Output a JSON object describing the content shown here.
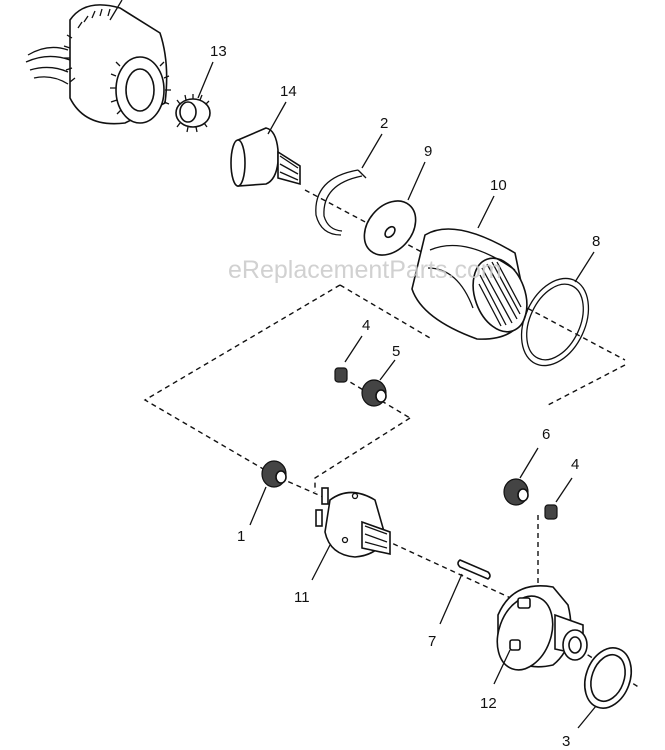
{
  "watermark": "eReplacementParts.com",
  "callouts": {
    "c1": "1",
    "c2": "2",
    "c3": "3",
    "c4a": "4",
    "c4b": "4",
    "c5": "5",
    "c6": "6",
    "c7": "7",
    "c8": "8",
    "c9": "9",
    "c10": "10",
    "c11": "11",
    "c12": "12",
    "c13": "13",
    "c14": "14"
  }
}
